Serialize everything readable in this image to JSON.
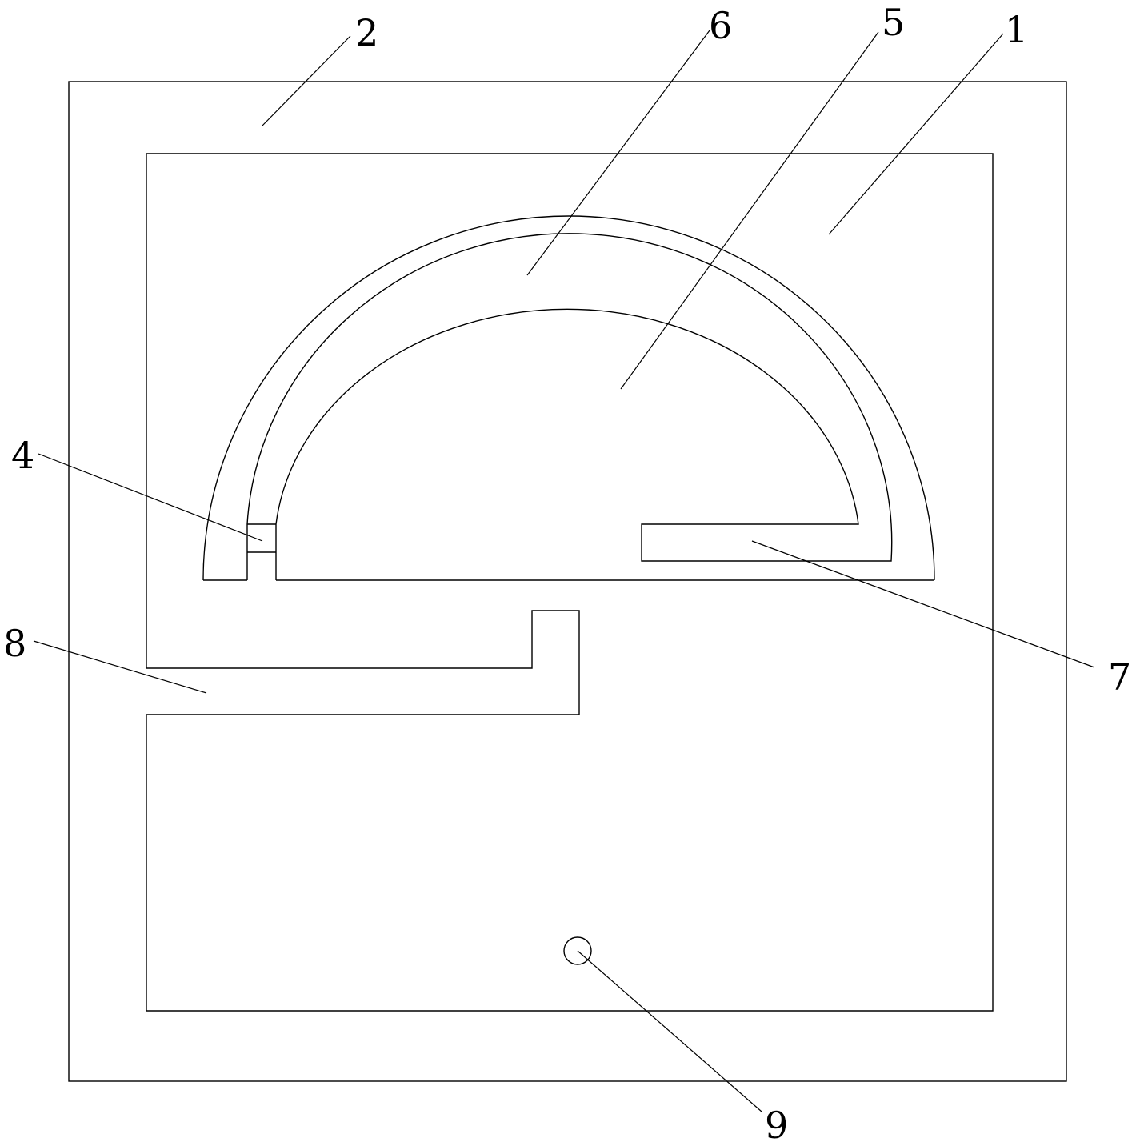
{
  "labels": {
    "ref_1": "1",
    "ref_2": "2",
    "ref_4": "4",
    "ref_5": "5",
    "ref_6": "6",
    "ref_7": "7",
    "ref_8": "8",
    "ref_9": "9"
  },
  "colors": {
    "stroke": "#000000",
    "background": "#ffffff"
  }
}
